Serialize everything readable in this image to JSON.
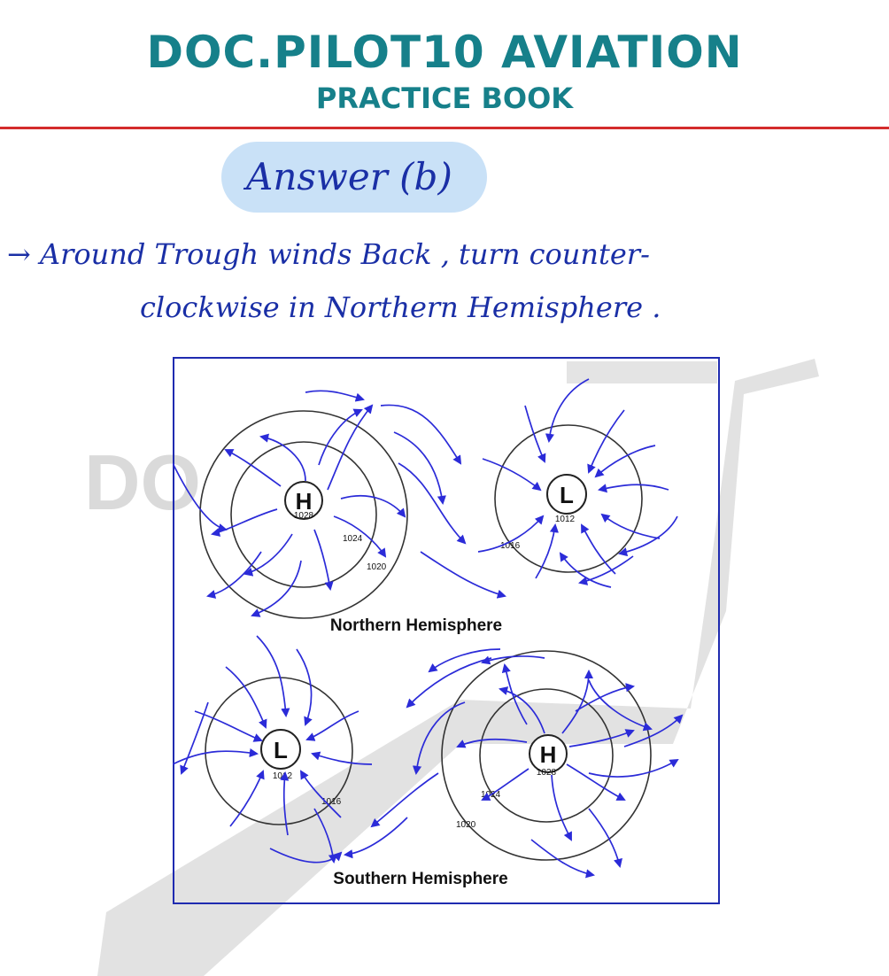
{
  "header": {
    "title": "DOC.PILOT10 AVIATION",
    "subtitle": "PRACTICE BOOK",
    "brand_color": "#16808a",
    "rule_color": "#d42c2c"
  },
  "answer": {
    "label": "Answer (b)",
    "highlight_color": "#c9e1f7"
  },
  "notes": {
    "line1": "→ Around Trough winds Back , turn counter-",
    "line2": "clockwise in Northern Hemisphere ."
  },
  "diagram": {
    "northern": {
      "caption": "Northern Hemisphere",
      "high": {
        "letter": "H",
        "central": "1028"
      },
      "low": {
        "letter": "L",
        "central": "1012"
      },
      "isobars": [
        "1024",
        "1020",
        "1016"
      ]
    },
    "southern": {
      "caption": "Southern Hemisphere",
      "high": {
        "letter": "H",
        "central": "1028"
      },
      "low": {
        "letter": "L",
        "central": "1012"
      },
      "isobars": [
        "1024",
        "1020",
        "1016"
      ]
    },
    "arrow_color": "#2b2bd8",
    "frame_color": "#1f2bb0"
  },
  "watermark": {
    "text": "DO"
  }
}
